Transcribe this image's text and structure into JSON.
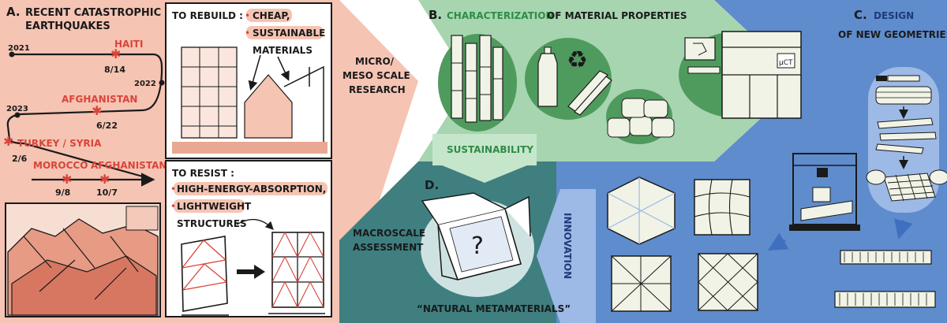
{
  "panel_a": {
    "letter": "A.",
    "title_line1": "RECENT CATASTROPHIC",
    "title_line2": "EARTHQUAKES",
    "years": [
      "2021",
      "2022",
      "2023"
    ],
    "events": [
      {
        "place": "HAITI",
        "date": "8/14"
      },
      {
        "place": "AFGHANISTAN",
        "date": "6/22"
      },
      {
        "place": "TURKEY / SYRIA",
        "date": "2/6"
      },
      {
        "place": "MOROCCO",
        "date": "9/8"
      },
      {
        "place": "AFGHANISTAN",
        "date": "10/7"
      }
    ],
    "rebuild_heading": "TO REBUILD :",
    "rebuild_items": [
      "CHEAP,",
      "SUSTAINABLE",
      "MATERIALS"
    ],
    "resist_heading": "TO RESIST :",
    "resist_items": [
      "HIGH-ENERGY-ABSORPTION,",
      "LIGHTWEIGHT",
      "STRUCTURES"
    ]
  },
  "arrow_a_to_b": {
    "line1": "MICRO/",
    "line2": "MESO SCALE",
    "line3": "RESEARCH"
  },
  "panel_b": {
    "letter": "B.",
    "title_highlight": "CHARACTERIZATION",
    "title_rest": "OF MATERIAL PROPERTIES",
    "machine_label": "μCT"
  },
  "panel_c": {
    "letter": "C.",
    "title_highlight": "DESIGN",
    "title_rest": "OF NEW GEOMETRIES"
  },
  "panel_d": {
    "letter": "D.",
    "question_mark": "?",
    "caption": "“NATURAL METAMATERIALS”",
    "macro_line1": "MACROSCALE",
    "macro_line2": "ASSESSMENT"
  },
  "sustainability_label": "SUSTAINABILITY",
  "innovation_label": "INNOVATION",
  "colors": {
    "panel_a_bg": "#f5c4b3",
    "panel_b_bg": "#a6d5b0",
    "panel_c_bg": "#5f8ccc",
    "panel_d_bg": "#3f7f80",
    "accent_red": "#d9453b",
    "blob_green": "#4f9b5e"
  }
}
